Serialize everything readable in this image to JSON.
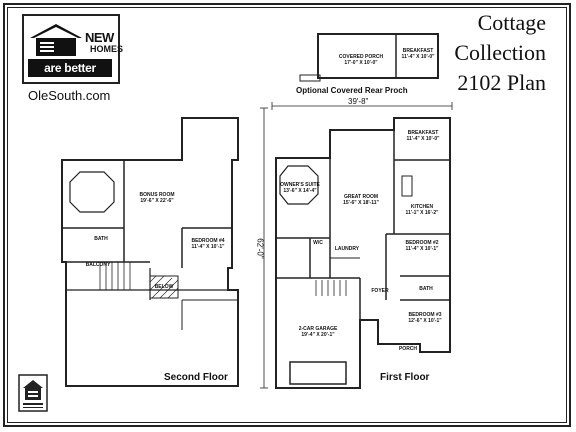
{
  "brand": {
    "logo_new": "NEW",
    "logo_homes": "HOMES",
    "logo_tagline": "are better",
    "website": "OleSouth.com"
  },
  "plan_title": {
    "line1": "Cottage",
    "line2": "Collection",
    "line3": "2102 Plan"
  },
  "optional_porch": {
    "caption": "Optional Covered Rear Proch",
    "rooms": [
      {
        "name": "COVERED PORCH",
        "size": "17'-0\" X 10'-0\""
      },
      {
        "name": "BREAKFAST",
        "size": "11'-4\" X 10'-0\""
      }
    ]
  },
  "dimensions": {
    "width": "39'-8\"",
    "depth": "62'-0\""
  },
  "second_floor": {
    "label": "Second Floor",
    "rooms": [
      {
        "name": "BONUS ROOM",
        "size": "19'-6\" X 22'-6\""
      },
      {
        "name": "BEDROOM #4",
        "size": "11'-4\" X 10'-1\""
      },
      {
        "name": "BALCONY",
        "size": ""
      },
      {
        "name": "BATH",
        "size": ""
      },
      {
        "name": "BELOW",
        "size": ""
      }
    ]
  },
  "first_floor": {
    "label": "First Floor",
    "rooms": [
      {
        "name": "BREAKFAST",
        "size": "11'-4\" X 10'-0\""
      },
      {
        "name": "OWNER'S SUITE",
        "size": "13'-6\" X 14'-4\""
      },
      {
        "name": "GREAT ROOM",
        "size": "15'-6\" X 18'-11\""
      },
      {
        "name": "KITCHEN",
        "size": "11'-1\" X 16'-2\""
      },
      {
        "name": "BEDROOM #2",
        "size": "11'-4\" X 10'-1\""
      },
      {
        "name": "W/C",
        "size": ""
      },
      {
        "name": "LAUNDRY",
        "size": ""
      },
      {
        "name": "FOYER",
        "size": ""
      },
      {
        "name": "BEDROOM #3",
        "size": "12'-6\" X 10'-1\""
      },
      {
        "name": "2-CAR GARAGE",
        "size": "19'-4\" X 20'-1\""
      },
      {
        "name": "PORCH",
        "size": ""
      },
      {
        "name": "BATH",
        "size": ""
      }
    ]
  },
  "icons": {
    "logo": "house-logo-icon",
    "equal_housing": "equal-housing-icon"
  }
}
